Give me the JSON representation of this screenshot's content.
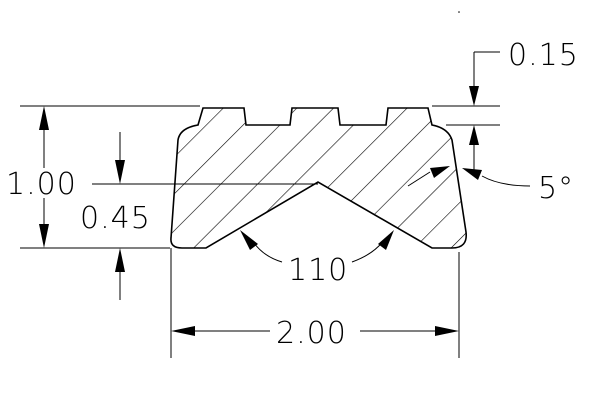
{
  "drawing": {
    "dimensions": {
      "groove_depth": "0.15",
      "total_height": "1.00",
      "v_depth": "0.45",
      "v_angle": "110",
      "side_draft_angle": "5°",
      "total_width": "2.00"
    },
    "colors": {
      "line": "#000000",
      "background": "#ffffff"
    }
  }
}
